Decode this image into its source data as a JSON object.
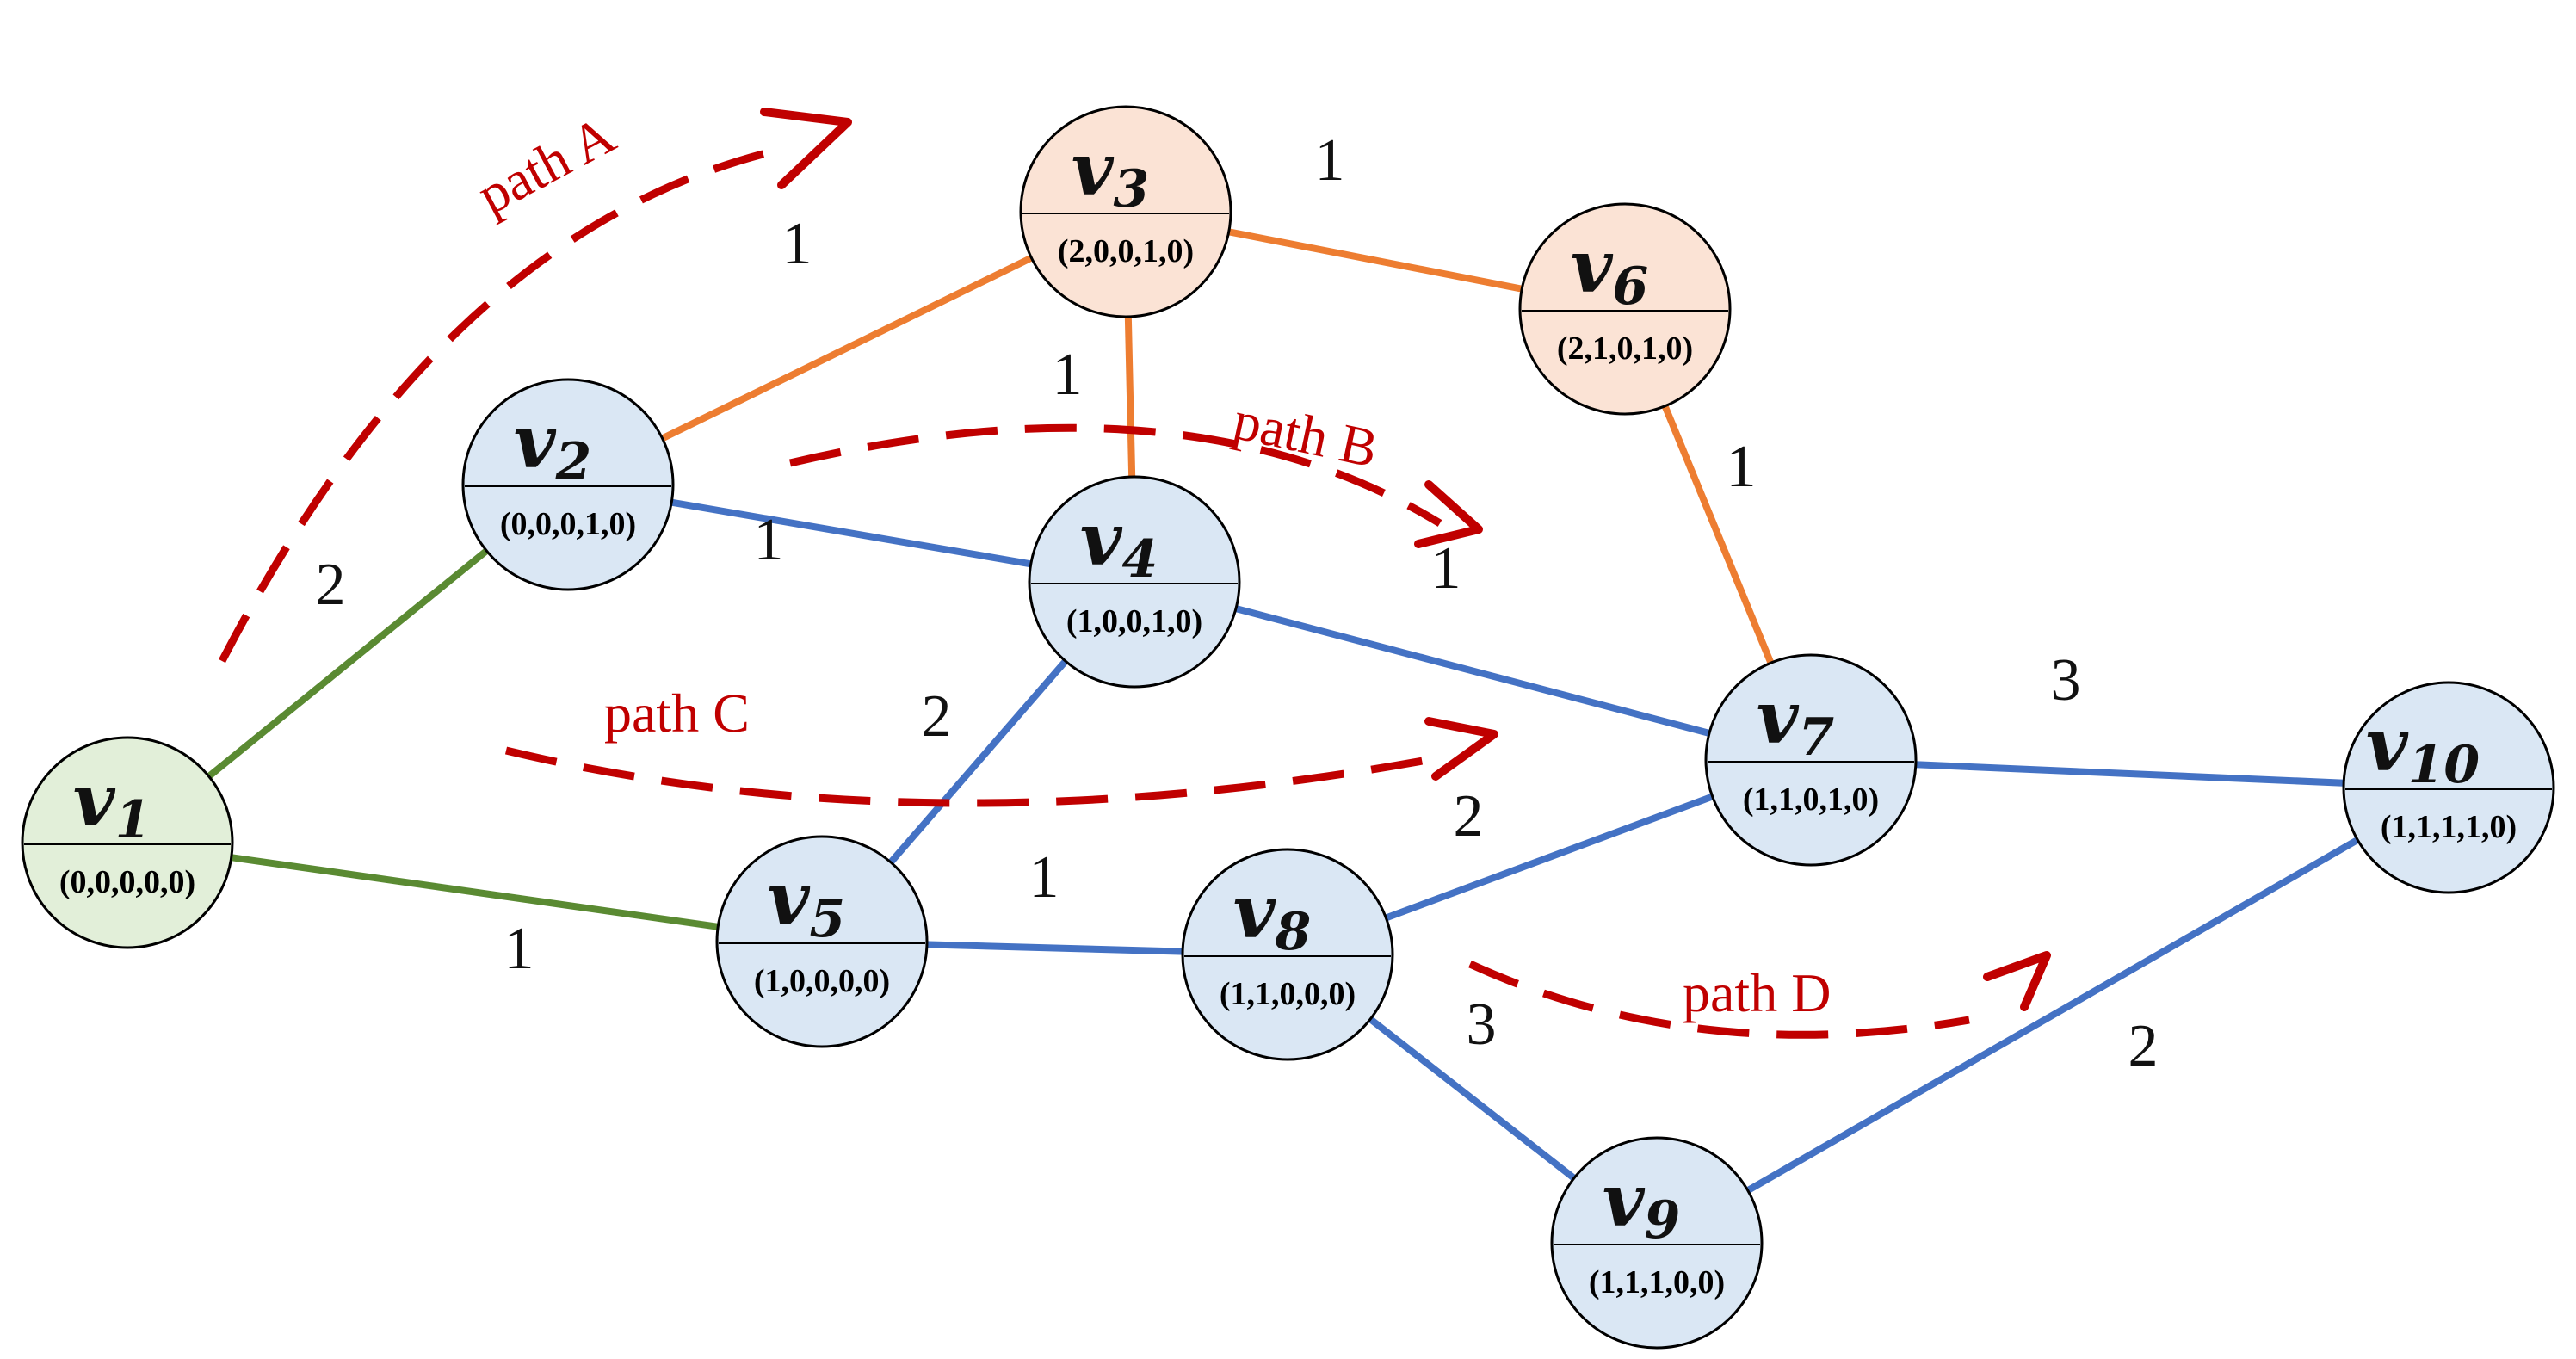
{
  "colors": {
    "green_edge": "#5a8a32",
    "orange_edge": "#ed7d31",
    "blue_edge": "#4472c4",
    "path_red": "#c00000",
    "green_fill": "#e2efd9",
    "orange_fill": "#fbe3d5",
    "blue_fill": "#dae7f4"
  },
  "nodes": [
    {
      "id": "v1",
      "letter": "v",
      "index": "1",
      "vector": "(0,0,0,0,0)",
      "group": "green"
    },
    {
      "id": "v2",
      "letter": "v",
      "index": "2",
      "vector": "(0,0,0,1,0)",
      "group": "blue"
    },
    {
      "id": "v3",
      "letter": "v",
      "index": "3",
      "vector": "(2,0,0,1,0)",
      "group": "orange"
    },
    {
      "id": "v4",
      "letter": "v",
      "index": "4",
      "vector": "(1,0,0,1,0)",
      "group": "blue"
    },
    {
      "id": "v5",
      "letter": "v",
      "index": "5",
      "vector": "(1,0,0,0,0)",
      "group": "blue"
    },
    {
      "id": "v6",
      "letter": "v",
      "index": "6",
      "vector": "(2,1,0,1,0)",
      "group": "orange"
    },
    {
      "id": "v7",
      "letter": "v",
      "index": "7",
      "vector": "(1,1,0,1,0)",
      "group": "blue"
    },
    {
      "id": "v8",
      "letter": "v",
      "index": "8",
      "vector": "(1,1,0,0,0)",
      "group": "blue"
    },
    {
      "id": "v9",
      "letter": "v",
      "index": "9",
      "vector": "(1,1,1,0,0)",
      "group": "blue"
    },
    {
      "id": "v10",
      "letter": "v",
      "index": "10",
      "vector": "(1,1,1,1,0)",
      "group": "blue"
    }
  ],
  "edges": [
    {
      "from": "v1",
      "to": "v2",
      "weight": "2",
      "color": "green"
    },
    {
      "from": "v1",
      "to": "v5",
      "weight": "1",
      "color": "green"
    },
    {
      "from": "v2",
      "to": "v3",
      "weight": "1",
      "color": "orange"
    },
    {
      "from": "v3",
      "to": "v4",
      "weight": "1",
      "color": "orange"
    },
    {
      "from": "v3",
      "to": "v6",
      "weight": "1",
      "color": "orange"
    },
    {
      "from": "v6",
      "to": "v7",
      "weight": "1",
      "color": "orange"
    },
    {
      "from": "v2",
      "to": "v4",
      "weight": "1",
      "color": "blue"
    },
    {
      "from": "v4",
      "to": "v7",
      "weight": "1",
      "color": "blue"
    },
    {
      "from": "v4",
      "to": "v5",
      "weight": "2",
      "color": "blue"
    },
    {
      "from": "v5",
      "to": "v8",
      "weight": "1",
      "color": "blue"
    },
    {
      "from": "v8",
      "to": "v7",
      "weight": "2",
      "color": "blue"
    },
    {
      "from": "v7",
      "to": "v10",
      "weight": "3",
      "color": "blue"
    },
    {
      "from": "v8",
      "to": "v9",
      "weight": "3",
      "color": "blue"
    },
    {
      "from": "v9",
      "to": "v10",
      "weight": "2",
      "color": "blue"
    }
  ],
  "paths": [
    {
      "label": "path A"
    },
    {
      "label": "path B"
    },
    {
      "label": "path C"
    },
    {
      "label": "path D"
    }
  ]
}
